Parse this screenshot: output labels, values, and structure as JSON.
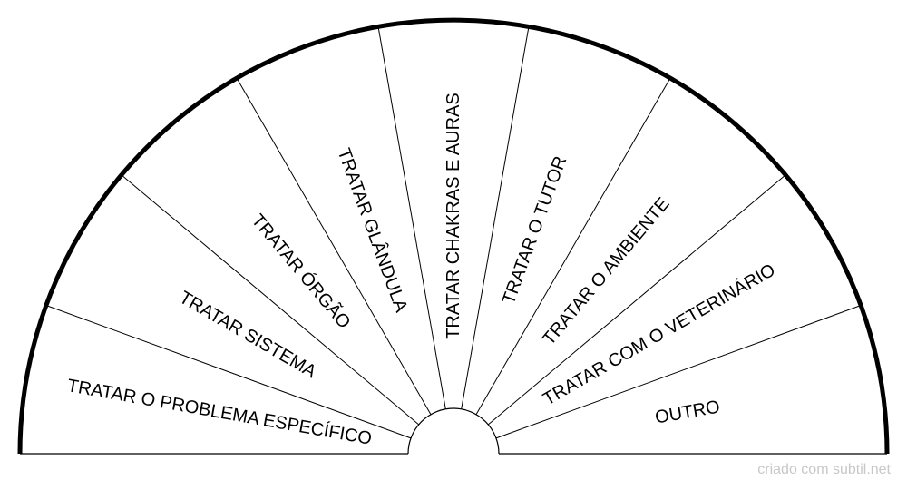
{
  "segments": [
    "TRATAR O PROBLEMA ESPECÍFICO",
    "TRATAR SISTEMA",
    "TRATAR ÓRGÃO",
    "TRATAR GLÂNDULA",
    "TRATAR CHAKRAS E AURAS",
    "TRATAR O TUTOR",
    "TRATAR O AMBIENTE",
    "TRATAR COM O VETERINÁRIO",
    "OUTRO"
  ],
  "footer": {
    "credit": "criado com subtil.net"
  },
  "colors": {
    "line": "#000000",
    "footer": "#c8c8c8",
    "background": "#ffffff"
  }
}
